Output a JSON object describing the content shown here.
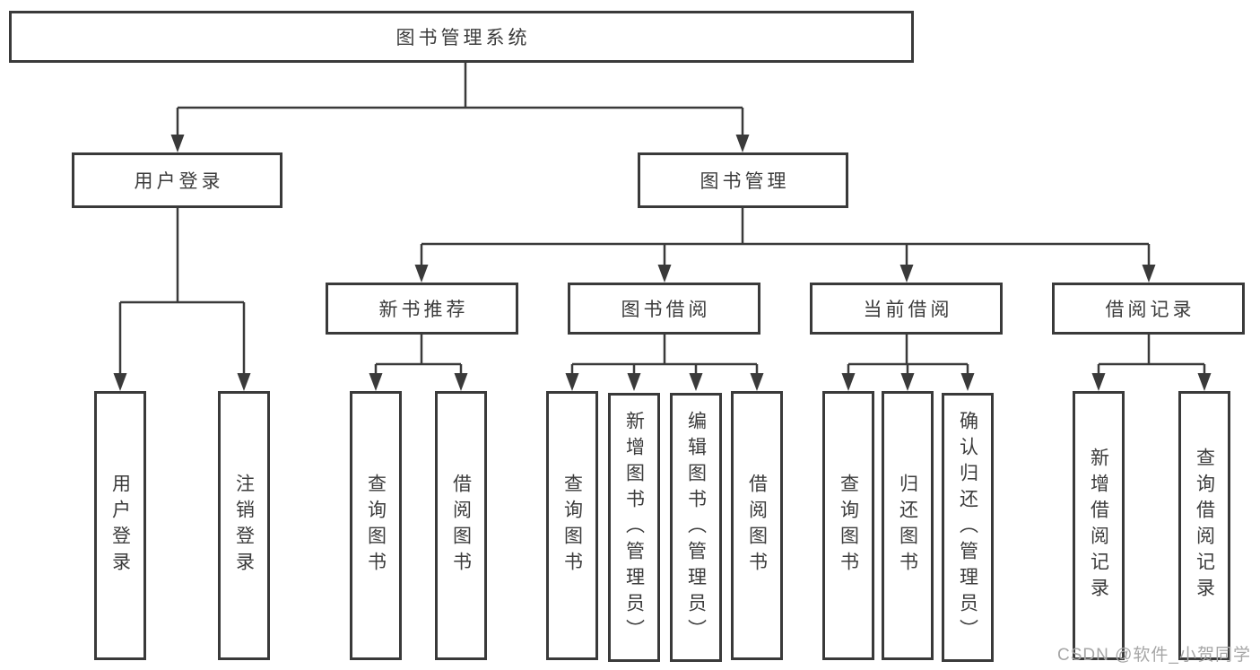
{
  "colors": {
    "line": "#3a3a3a",
    "text": "#3c3c3c",
    "box_background": "#ffffff",
    "page_background": "#ffffff",
    "watermark": "#a6a6a6"
  },
  "tree": {
    "label": "图书管理系统",
    "children": [
      {
        "label": "用户登录",
        "children": [
          {
            "label": "用户登录"
          },
          {
            "label": "注销登录"
          }
        ]
      },
      {
        "label": "图书管理",
        "children": [
          {
            "label": "新书推荐",
            "children": [
              {
                "label": "查询图书"
              },
              {
                "label": "借阅图书"
              }
            ]
          },
          {
            "label": "图书借阅",
            "children": [
              {
                "label": "查询图书"
              },
              {
                "label": "新增图书（管理员）"
              },
              {
                "label": "编辑图书（管理员）"
              },
              {
                "label": "借阅图书"
              }
            ]
          },
          {
            "label": "当前借阅",
            "children": [
              {
                "label": "查询图书"
              },
              {
                "label": "归还图书"
              },
              {
                "label": "确认归还（管理员）"
              }
            ]
          },
          {
            "label": "借阅记录",
            "children": [
              {
                "label": "新增借阅记录"
              },
              {
                "label": "查询借阅记录"
              }
            ]
          }
        ]
      }
    ]
  },
  "watermark": {
    "text": "CSDN @软件_小贺同学"
  }
}
